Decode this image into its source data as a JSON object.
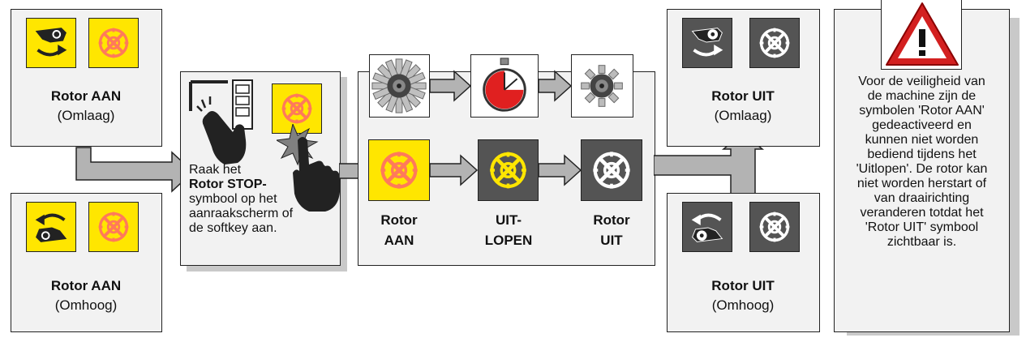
{
  "colors": {
    "yellow": "#ffe600",
    "dark_tile": "#545454",
    "panel": "#f2f2f2",
    "arrow": "#b3b3b3",
    "warning_red": "#d32020"
  },
  "icons": {
    "rotor_down": "rotor-lower-arrow-icon",
    "rotor_up": "rotor-raise-arrow-icon",
    "rotor_stop": "rotor-stop-crossed-icon",
    "touch": "touch-hand-icon",
    "spinning": "rotor-spinning-icon",
    "timer": "stopwatch-icon",
    "stopped": "rotor-stopped-icon",
    "warning": "warning-triangle-icon"
  },
  "start_top": {
    "title": "Rotor AAN",
    "subtitle": "(Omlaag)"
  },
  "start_bottom": {
    "title": "Rotor AAN",
    "subtitle": "(Omhoog)"
  },
  "instruction": {
    "line1": "Raak het",
    "bold": "Rotor STOP-",
    "line3": "symbool op het",
    "line4": "aanraakscherm of",
    "line5": "de softkey aan."
  },
  "sequence": {
    "step1": {
      "l1": "Rotor",
      "l2": "AAN"
    },
    "step2": {
      "l1": "UIT-",
      "l2": "LOPEN"
    },
    "step3": {
      "l1": "Rotor",
      "l2": "UIT"
    }
  },
  "end_top": {
    "title": "Rotor UIT",
    "subtitle": "(Omlaag)"
  },
  "end_bottom": {
    "title": "Rotor UIT",
    "subtitle": "(Omhoog)"
  },
  "warning_lines": [
    "Voor de veiligheid van",
    "de machine zijn de",
    "symbolen 'Rotor AAN'",
    "gedeactiveerd en",
    "kunnen niet worden",
    "bediend tijdens het",
    "'Uitlopen'. De rotor kan",
    "niet worden herstart of",
    "van draairichting",
    "veranderen totdat het",
    "'Rotor UIT' symbool",
    "zichtbaar is."
  ]
}
